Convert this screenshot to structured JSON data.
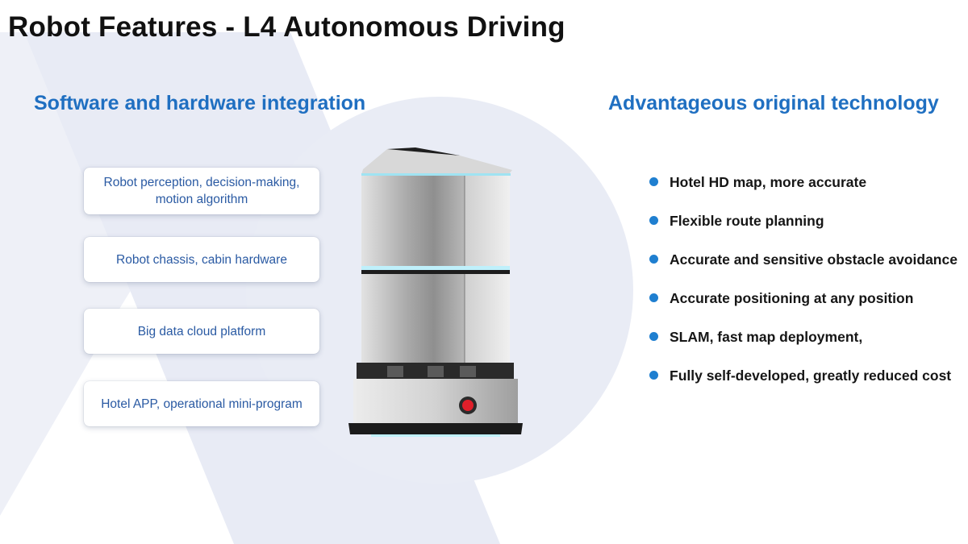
{
  "title": "Robot Features - L4 Autonomous Driving",
  "left_section": {
    "heading": "Software and hardware integration",
    "cards": [
      "Robot perception, decision-making, motion algorithm",
      "Robot chassis, cabin hardware",
      "Big data cloud platform",
      "Hotel APP, operational mini-program"
    ]
  },
  "right_section": {
    "heading": "Advantageous original technology",
    "items": [
      "Hotel HD map, more accurate",
      "Flexible route planning",
      "Accurate and sensitive obstacle avoidance",
      "Accurate positioning at any position",
      "SLAM, fast map deployment,",
      "Fully self-developed, greatly reduced cost"
    ]
  },
  "colors": {
    "accent_blue": "#1f6fc1",
    "card_text": "#2a5aa3",
    "bullet": "#1f7fd0",
    "background_shape": "#e9ecf5"
  },
  "robot_image": "delivery-robot-illustration"
}
